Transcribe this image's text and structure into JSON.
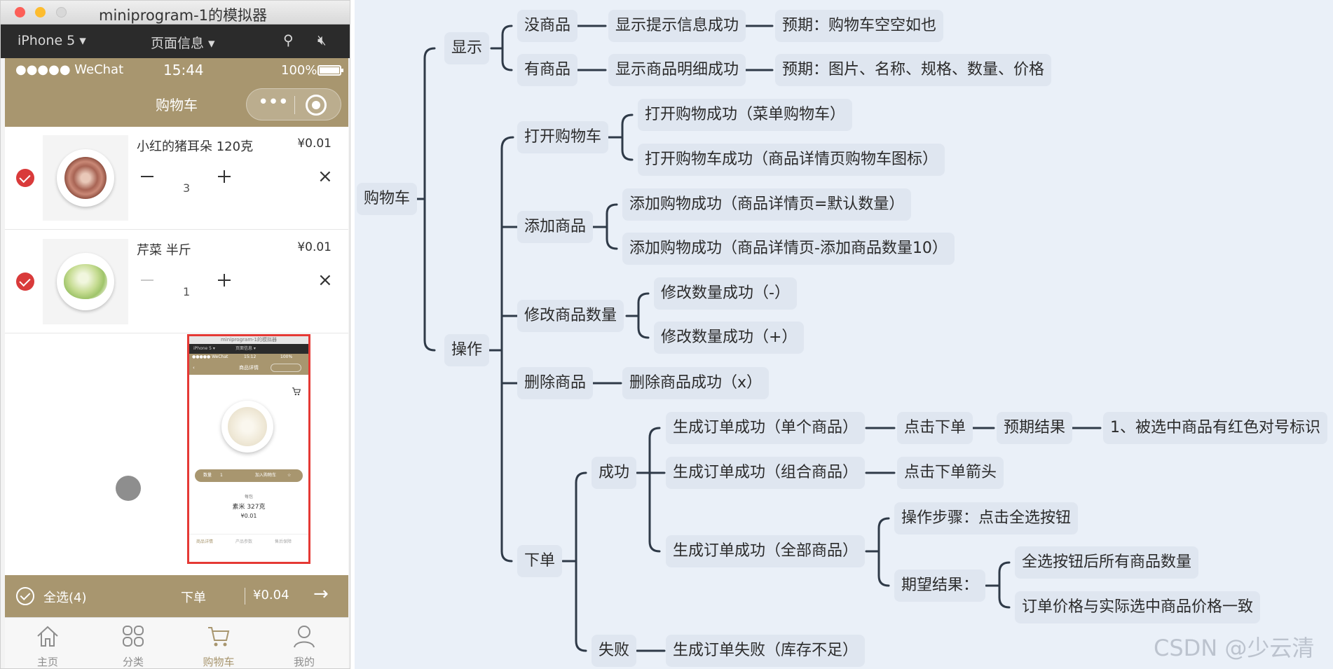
{
  "simulator": {
    "window_title": "miniprogram-1的模拟器",
    "device": "iPhone 5 ▾",
    "page_info": "页面信息 ▾",
    "status": {
      "carrier": "●●●●● WeChat",
      "time": "15:44",
      "battery": "100%"
    },
    "nav_title": "购物车",
    "cart_items": [
      {
        "name": "小红的猪耳朵 120克",
        "price": "¥0.01",
        "quantity": "3",
        "checked": true
      },
      {
        "name": "芹菜 半斤",
        "price": "¥0.01",
        "quantity": "1",
        "checked": true
      }
    ],
    "inset": {
      "window_title": "miniprogram-1的模拟器",
      "device": "iPhone 5 ▾",
      "page_info": "页面信息 ▾",
      "carrier": "●●●●● WeChat",
      "time": "15:12",
      "battery": "100%",
      "nav_title": "商品详情",
      "qty_label": "数量",
      "qty_value": "1",
      "add_cart": "加入购物车",
      "small_label": "每包",
      "product_name": "素米 327克",
      "product_price": "¥0.01",
      "tabs": [
        "商品详情",
        "产品参数",
        "售后保障"
      ]
    },
    "bottom_bar": {
      "select_all": "全选(4)",
      "order_button": "下单",
      "total": "¥0.04",
      "arrow": "→"
    },
    "tabbar": [
      {
        "label": "主页",
        "icon": "home-icon"
      },
      {
        "label": "分类",
        "icon": "category-icon"
      },
      {
        "label": "购物车",
        "icon": "cart-icon",
        "active": true
      },
      {
        "label": "我的",
        "icon": "user-icon"
      }
    ]
  },
  "mindmap": {
    "root": "购物车",
    "display": {
      "label": "显示",
      "no_goods": {
        "label": "没商品",
        "result": "显示提示信息成功",
        "expected": "预期：购物车空空如也"
      },
      "has_goods": {
        "label": "有商品",
        "result": "显示商品明细成功",
        "expected": "预期：图片、名称、规格、数量、价格"
      }
    },
    "operation": {
      "label": "操作",
      "open_cart": {
        "label": "打开购物车",
        "cases": [
          "打开购物成功（菜单购物车）",
          "打开购物车成功（商品详情页购物车图标）"
        ]
      },
      "add_goods": {
        "label": "添加商品",
        "cases": [
          "添加购物成功（商品详情页=默认数量）",
          "添加购物成功（商品详情页-添加商品数量10）"
        ]
      },
      "modify_qty": {
        "label": "修改商品数量",
        "cases": [
          "修改数量成功（-）",
          "修改数量成功（+）"
        ]
      },
      "delete_goods": {
        "label": "删除商品",
        "cases": [
          "删除商品成功（x）"
        ]
      },
      "place_order": {
        "label": "下单",
        "success": {
          "label": "成功",
          "single": "生成订单成功（单个商品）",
          "single_click": "点击下单",
          "single_expect": "预期结果",
          "single_expect_detail": "1、被选中商品有红色对号标识",
          "combo": "生成订单成功（组合商品）",
          "combo_click": "点击下单箭头",
          "all": "生成订单成功（全部商品）",
          "all_steps": "操作步骤：点击全选按钮",
          "all_expect": "期望结果：",
          "all_expect_items": [
            "全选按钮后所有商品数量",
            "订单价格与实际选中商品价格一致"
          ]
        },
        "fail": {
          "label": "失败",
          "case": "生成订单失败（库存不足）"
        }
      }
    },
    "watermark": "CSDN @少云清"
  },
  "colors": {
    "brand": "#a8966f",
    "check_red": "#d93a3a",
    "mindmap_bg": "#eaf0f8",
    "node_bg": "#dfe6f0",
    "connector": "#2f3a48",
    "highlight_border": "#e53935"
  }
}
